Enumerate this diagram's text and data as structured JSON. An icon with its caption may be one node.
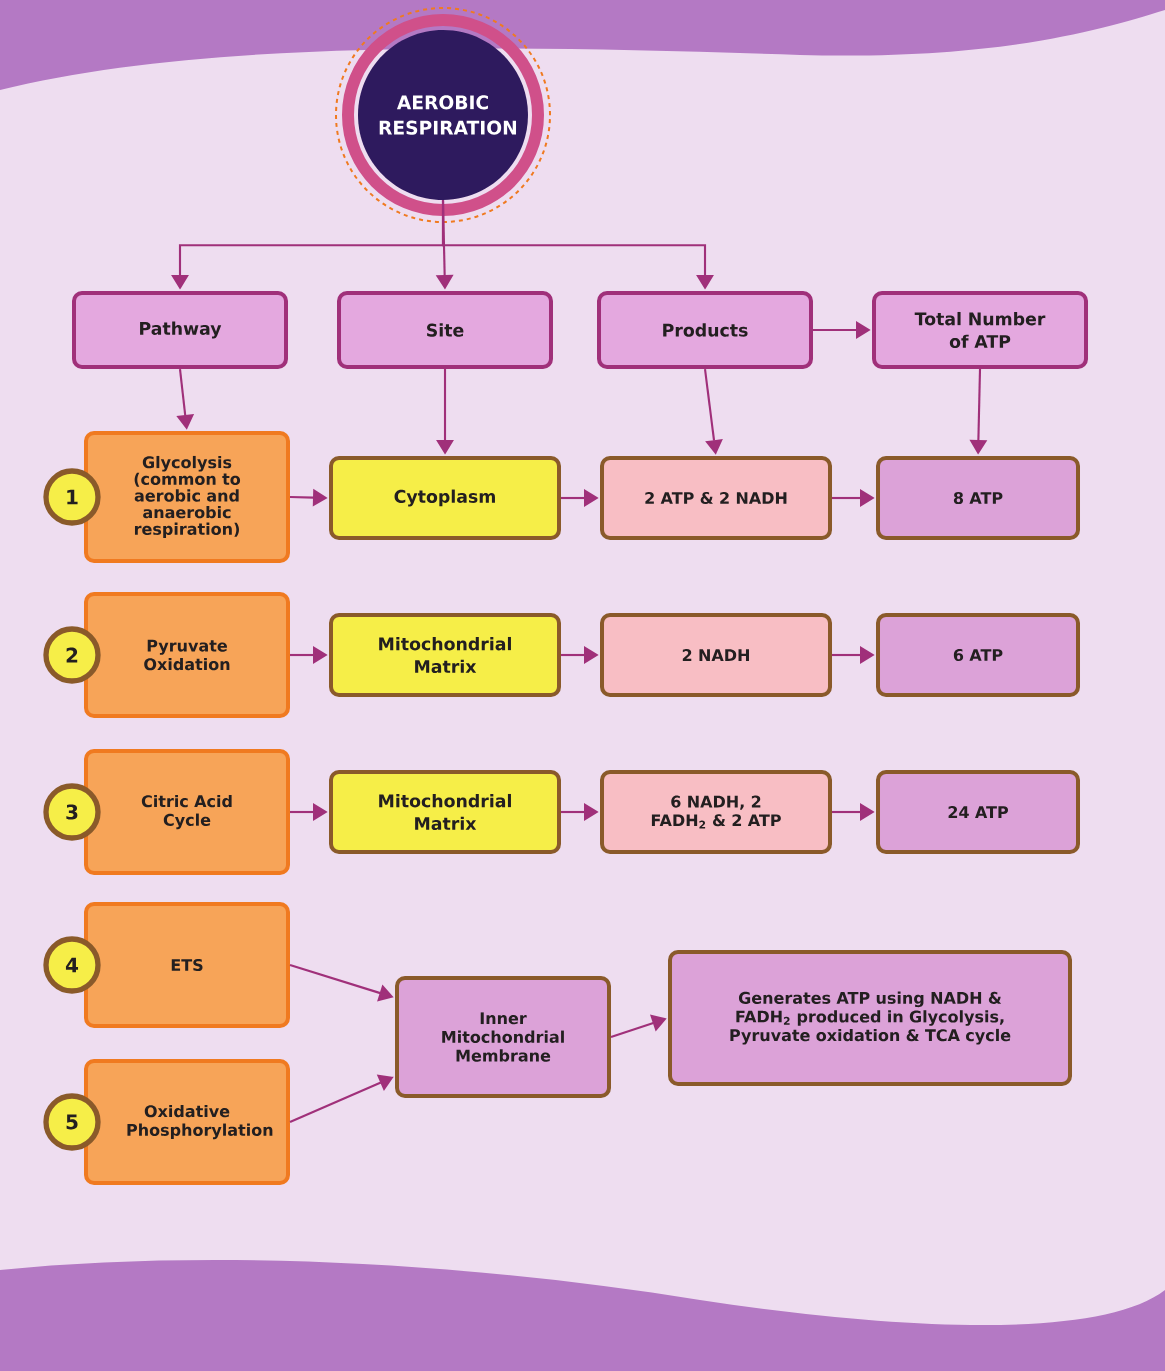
{
  "diagram": {
    "nodes": [
      {
        "text": [
          "AEROBIC RESPIRATION"
        ]
      },
      {
        "text": [
          "Pathway"
        ]
      },
      {
        "text": [
          "Site"
        ]
      },
      {
        "text": [
          "Products"
        ]
      },
      {
        "text": [
          "Total Number of ATP"
        ]
      },
      {
        "text": [
          "1",
          "Glycolysis (common to aerobic and anaerobic respiration)"
        ]
      },
      {
        "text": [
          "Cytoplasm"
        ]
      },
      {
        "text": [
          "2 ATP & 2 NADH"
        ]
      },
      {
        "text": [
          "8 ATP"
        ]
      },
      {
        "text": [
          "2",
          "Pyruvate Oxidation"
        ]
      },
      {
        "text": [
          "Mitochondrial Matrix"
        ]
      },
      {
        "text": [
          "2 NADH"
        ]
      },
      {
        "text": [
          "6 ATP"
        ]
      },
      {
        "text": [
          "3",
          "Citric Acid Cycle"
        ]
      },
      {
        "text": [
          "Mitochondrial Matrix"
        ]
      },
      {
        "text": [
          "6 NADH, 2 FADH$_{2}$ & 2 ATP"
        ]
      },
      {
        "text": [
          "24 ATP"
        ]
      },
      {
        "text": [
          "4",
          "ETS"
        ]
      },
      {
        "text": [
          "5",
          "Oxidative Phosphorylation"
        ]
      },
      {
        "text": [
          "Inner Mitochondrial Membrane"
        ]
      },
      {
        "text": [
          "Generates ATP using NADH & FADH$_{2}$ produced in Glycolysis, Pyruvate oxidation & TCA cycle"
        ]
      }
    ],
    "edges": [
      {
        "from": 0,
        "to": 1,
        "arrow": "to"
      },
      {
        "from": 0,
        "to": 2,
        "arrow": "to"
      },
      {
        "from": 0,
        "to": 3,
        "arrow": "to"
      },
      {
        "from": 3,
        "to": 4,
        "arrow": "to"
      },
      {
        "from": 1,
        "to": 5,
        "arrow": "to"
      },
      {
        "from": 2,
        "to": 6,
        "arrow": "to"
      },
      {
        "from": 3,
        "to": 7,
        "arrow": "to"
      },
      {
        "from": 4,
        "to": 8,
        "arrow": "to"
      },
      {
        "from": 5,
        "to": 6,
        "arrow": "to"
      },
      {
        "from": 6,
        "to": 7,
        "arrow": "to"
      },
      {
        "from": 7,
        "to": 8,
        "arrow": "to"
      },
      {
        "from": 9,
        "to": 10,
        "arrow": "to"
      },
      {
        "from": 10,
        "to": 11,
        "arrow": "to"
      },
      {
        "from": 11,
        "to": 12,
        "arrow": "to"
      },
      {
        "from": 13,
        "to": 14,
        "arrow": "to"
      },
      {
        "from": 14,
        "to": 15,
        "arrow": "to"
      },
      {
        "from": 15,
        "to": 16,
        "arrow": "to"
      },
      {
        "from": 17,
        "to": 19,
        "arrow": "to"
      },
      {
        "from": 18,
        "to": 19,
        "arrow": "to"
      },
      {
        "from": 19,
        "to": 20,
        "arrow": "to"
      }
    ]
  }
}
